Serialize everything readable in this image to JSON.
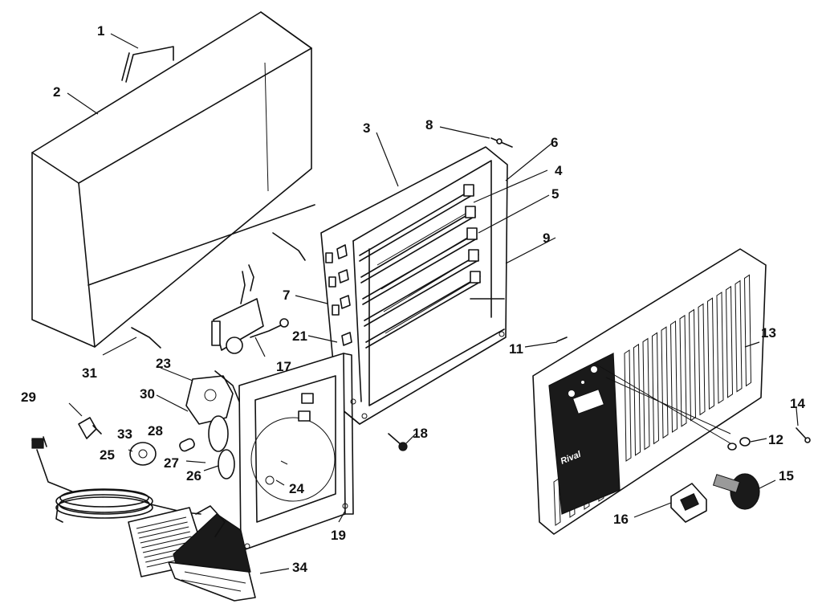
{
  "callouts": [
    {
      "id": "1",
      "label": "1"
    },
    {
      "id": "2",
      "label": "2"
    },
    {
      "id": "3",
      "label": "3"
    },
    {
      "id": "4",
      "label": "4"
    },
    {
      "id": "5",
      "label": "5"
    },
    {
      "id": "6",
      "label": "6"
    },
    {
      "id": "7",
      "label": "7"
    },
    {
      "id": "8",
      "label": "8"
    },
    {
      "id": "9",
      "label": "9"
    },
    {
      "id": "11",
      "label": "11"
    },
    {
      "id": "12",
      "label": "12"
    },
    {
      "id": "13",
      "label": "13"
    },
    {
      "id": "14",
      "label": "14"
    },
    {
      "id": "15",
      "label": "15"
    },
    {
      "id": "16",
      "label": "16"
    },
    {
      "id": "17",
      "label": "17"
    },
    {
      "id": "18",
      "label": "18"
    },
    {
      "id": "19",
      "label": "19"
    },
    {
      "id": "21",
      "label": "21"
    },
    {
      "id": "23",
      "label": "23"
    },
    {
      "id": "24",
      "label": "24"
    },
    {
      "id": "25",
      "label": "25"
    },
    {
      "id": "26",
      "label": "26"
    },
    {
      "id": "27",
      "label": "27"
    },
    {
      "id": "28",
      "label": "28"
    },
    {
      "id": "29",
      "label": "29"
    },
    {
      "id": "30",
      "label": "30"
    },
    {
      "id": "31",
      "label": "31"
    },
    {
      "id": "33",
      "label": "33"
    },
    {
      "id": "34",
      "label": "34"
    }
  ],
  "panel": {
    "brand": "Rival"
  },
  "colors": {
    "line": "#111111",
    "panel": "#1a1a1a",
    "background": "#ffffff"
  }
}
